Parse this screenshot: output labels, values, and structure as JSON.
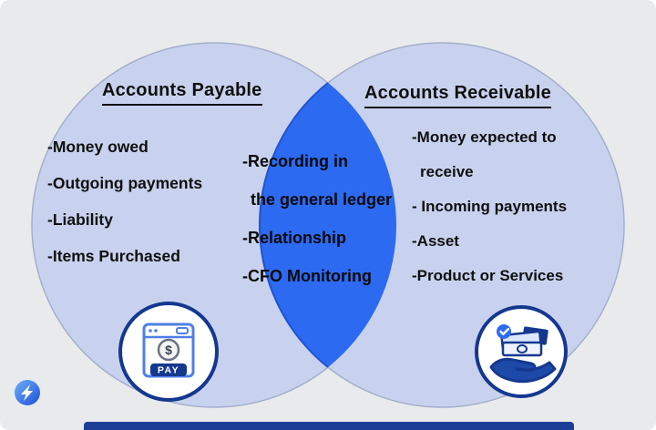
{
  "diagram": {
    "left": {
      "title": "Accounts Payable",
      "lines": [
        "-Money owed",
        "-Outgoing payments",
        "-Liability",
        "-Items Purchased"
      ]
    },
    "center": {
      "lines": [
        "-Recording in",
        "the general ledger",
        "-Relationship",
        "-CFO Monitoring"
      ]
    },
    "right": {
      "title": "Accounts Receivable",
      "lines": [
        "-Money expected to",
        "receive",
        "- Incoming payments",
        "-Asset",
        "-Product or Services"
      ]
    }
  },
  "icons": {
    "pay_badge": {
      "name": "pay-browser-icon",
      "button_label": "PAY",
      "currency_symbol": "$"
    },
    "receive_badge": {
      "name": "cash-in-hand-icon"
    },
    "brand_logo": {
      "name": "brand-lightning-logo"
    }
  },
  "colors": {
    "background": "#e9eaec",
    "circle_fill": "#c8d2ee",
    "intersection_fill": "#2d6af2",
    "badge_border": "#15388f",
    "text": "#101010",
    "bottom_bar": "#1c3e97"
  }
}
